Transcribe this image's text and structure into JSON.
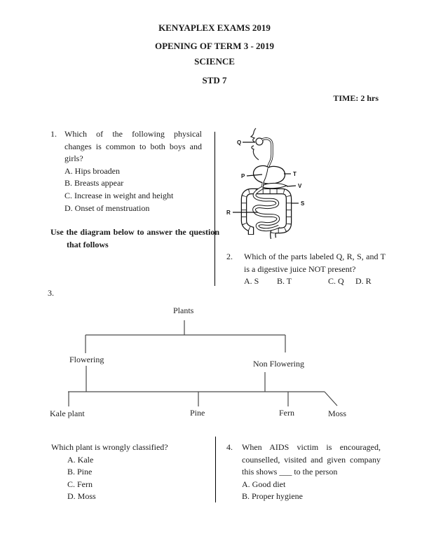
{
  "header": {
    "title": "KENYAPLEX EXAMS 2019",
    "term": "OPENING OF TERM 3 - 2019",
    "subject": "SCIENCE",
    "grade": "STD 7",
    "time": "TIME: 2 hrs"
  },
  "q1": {
    "number": "1.",
    "text": "Which of the following physical changes is common to both boys and girls?",
    "options": [
      "A. Hips broaden",
      "B. Breasts appear",
      "C. Increase in weight and height",
      "D. Onset of menstruation"
    ]
  },
  "instruction": "Use the diagram below to answer the question that follows",
  "digestive_diagram": {
    "labels": {
      "q": "Q",
      "p": "P",
      "t": "T",
      "v": "V",
      "s": "S",
      "r": "R"
    }
  },
  "q2": {
    "number": "2.",
    "text": "Which of the parts labeled Q, R, S, and T is a digestive juice NOT present?",
    "options": [
      "A. S",
      "B. T",
      "C. Q",
      "D. R"
    ]
  },
  "q3": {
    "number": "3.",
    "tree": {
      "root": "Plants",
      "branch_left": "Flowering",
      "branch_right": "Non Flowering",
      "leaves": [
        "Kale plant",
        "Pine",
        "Fern",
        "Moss"
      ]
    },
    "question": "Which plant is wrongly classified?",
    "options": [
      "A. Kale",
      "B. Pine",
      "C. Fern",
      "D. Moss"
    ]
  },
  "q4": {
    "number": "4.",
    "text": "When AIDS victim is encouraged, counselled, visited and given company this shows ___ to the person",
    "options": [
      "A. Good diet",
      "B. Proper hygiene"
    ]
  }
}
